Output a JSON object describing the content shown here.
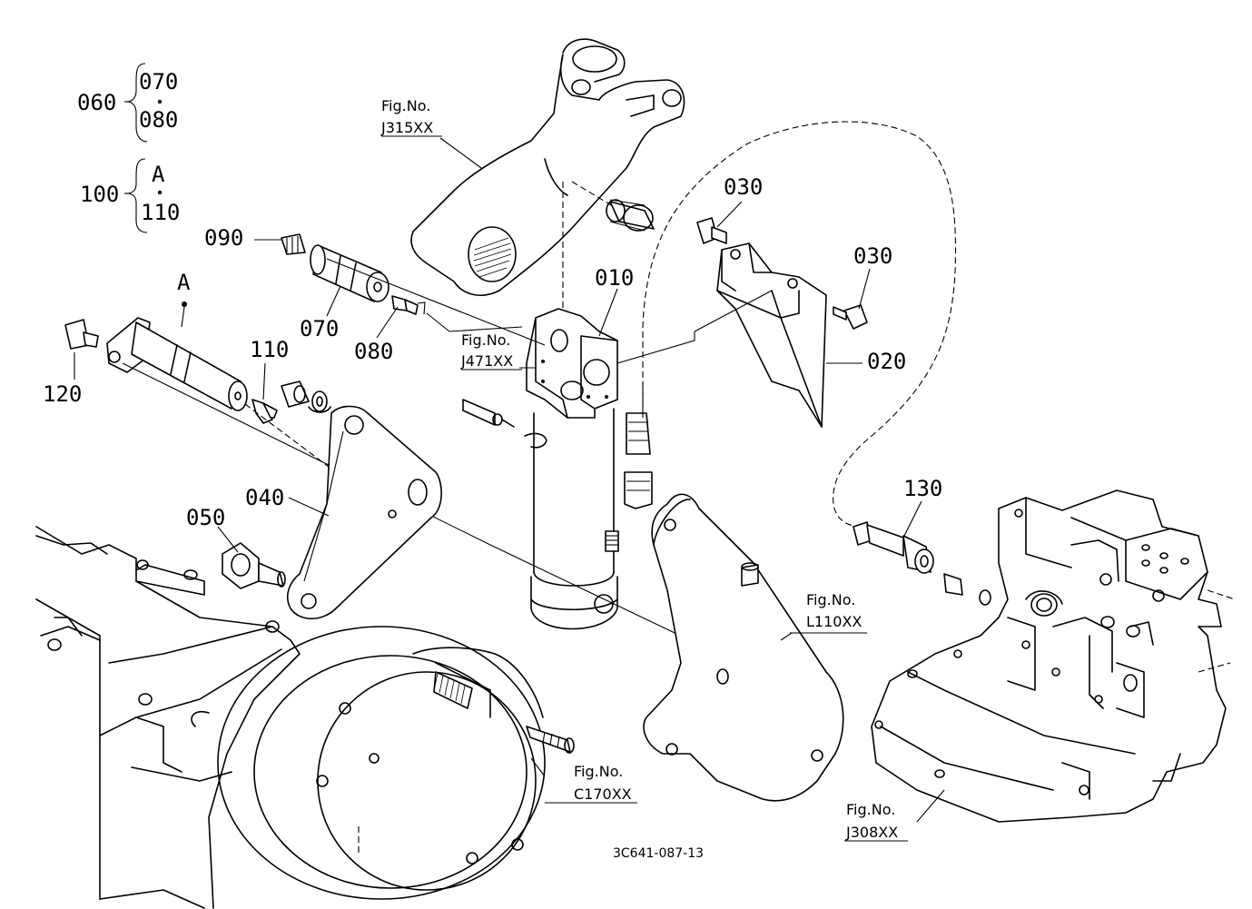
{
  "groups": [
    {
      "parent": "060",
      "from": "070",
      "to": "080"
    },
    {
      "parent": "100",
      "from": "A",
      "to": "110"
    }
  ],
  "parts": {
    "p010": "010",
    "p020": "020",
    "p030a": "030",
    "p030b": "030",
    "p040": "040",
    "p050": "050",
    "p070": "070",
    "p080": "080",
    "p090": "090",
    "p110": "110",
    "p120": "120",
    "p130": "130",
    "pA": "A"
  },
  "fig_refs": [
    {
      "label": "Fig.No.",
      "code": "J315XX"
    },
    {
      "label": "Fig.No.",
      "code": "J471XX"
    },
    {
      "label": "Fig.No.",
      "code": "L110XX"
    },
    {
      "label": "Fig.No.",
      "code": "C170XX"
    },
    {
      "label": "Fig.No.",
      "code": "J308XX"
    }
  ],
  "drawing_code": "3C641-087-13"
}
